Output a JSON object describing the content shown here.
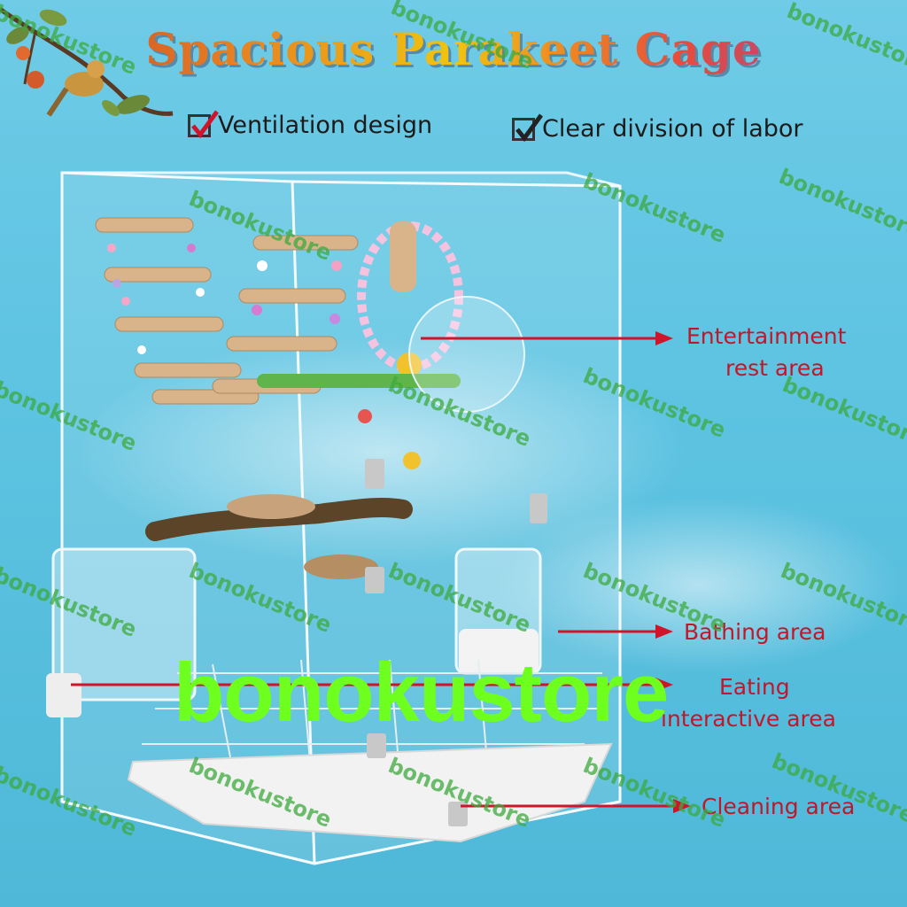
{
  "title": "Spacious Parakeet Cage",
  "features": [
    {
      "label": "Ventilation design",
      "check_color": "#d0142a"
    },
    {
      "label": "Clear division of labor",
      "check_color": "#222222"
    }
  ],
  "callouts": [
    {
      "line1": "Entertainment",
      "line2": "rest area"
    },
    {
      "line1": "Bathing area",
      "line2": ""
    },
    {
      "line1": "Eating",
      "line2": "interactive area"
    },
    {
      "line1": "Cleaning area",
      "line2": ""
    }
  ],
  "watermark": "bonokustore",
  "big_watermark": "bonokustore",
  "colors": {
    "accent": "#d0142a",
    "watermark": "#6fff1e",
    "background": "#5ec4e2"
  }
}
